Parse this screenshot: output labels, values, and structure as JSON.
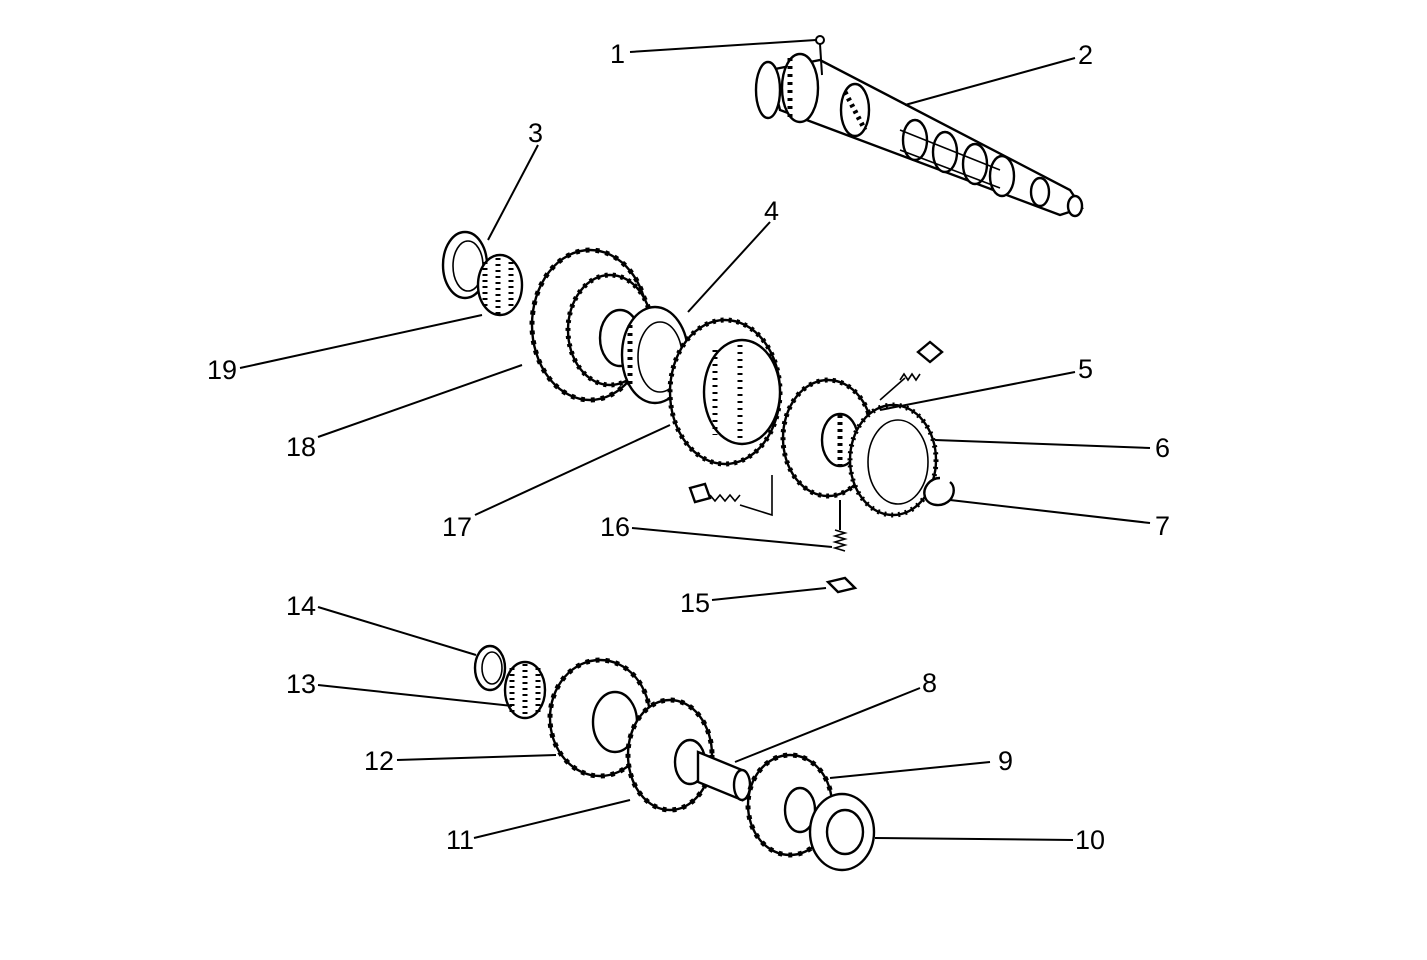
{
  "diagram": {
    "callouts": [
      {
        "id": "1",
        "label": "1"
      },
      {
        "id": "2",
        "label": "2"
      },
      {
        "id": "3",
        "label": "3"
      },
      {
        "id": "4",
        "label": "4"
      },
      {
        "id": "5",
        "label": "5"
      },
      {
        "id": "6",
        "label": "6"
      },
      {
        "id": "7",
        "label": "7"
      },
      {
        "id": "8",
        "label": "8"
      },
      {
        "id": "9",
        "label": "9"
      },
      {
        "id": "10",
        "label": "10"
      },
      {
        "id": "11",
        "label": "11"
      },
      {
        "id": "12",
        "label": "12"
      },
      {
        "id": "13",
        "label": "13"
      },
      {
        "id": "14",
        "label": "14"
      },
      {
        "id": "15",
        "label": "15"
      },
      {
        "id": "16",
        "label": "16"
      },
      {
        "id": "17",
        "label": "17"
      },
      {
        "id": "18",
        "label": "18"
      },
      {
        "id": "19",
        "label": "19"
      }
    ],
    "line_color": "#000000",
    "background": "#ffffff"
  }
}
